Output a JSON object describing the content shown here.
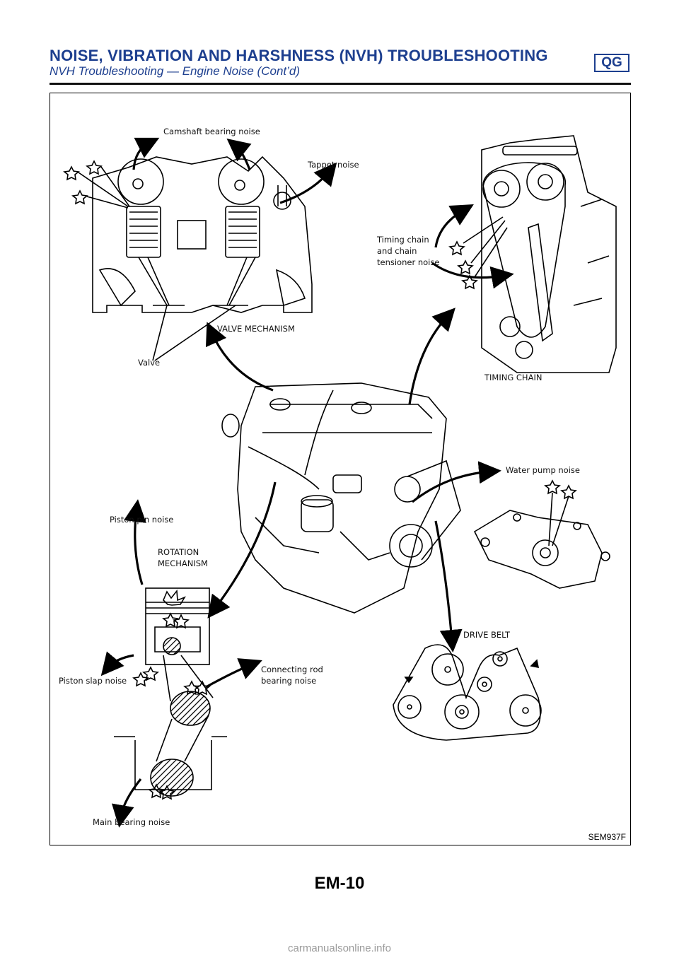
{
  "header": {
    "title": "NOISE, VIBRATION AND HARSHNESS (NVH) TROUBLESHOOTING",
    "badge": "QG",
    "subtitle": "NVH Troubleshooting — Engine Noise (Cont’d)"
  },
  "figure": {
    "labels": {
      "camshaft_bearing_noise": "Camshaft bearing noise",
      "tappet_noise": "Tappet noise",
      "timing_chain_noise": [
        "Timing chain",
        "and chain",
        "tensioner noise"
      ],
      "valve_mechanism": "VALVE MECHANISM",
      "valve": "Valve",
      "timing_chain": "TIMING CHAIN",
      "water_pump_noise": "Water pump noise",
      "piston_pin_noise": "Piston pin noise",
      "rotation_mechanism": [
        "ROTATION",
        "MECHANISM"
      ],
      "drive_belt": "DRIVE BELT",
      "piston_slap_noise": "Piston slap noise",
      "connecting_rod_noise": [
        "Connecting rod",
        "bearing noise"
      ],
      "main_bearing_noise": "Main bearing noise"
    },
    "code": "SEM937F"
  },
  "page_number": "EM-10",
  "footer_url": "carmanualsonline.info"
}
